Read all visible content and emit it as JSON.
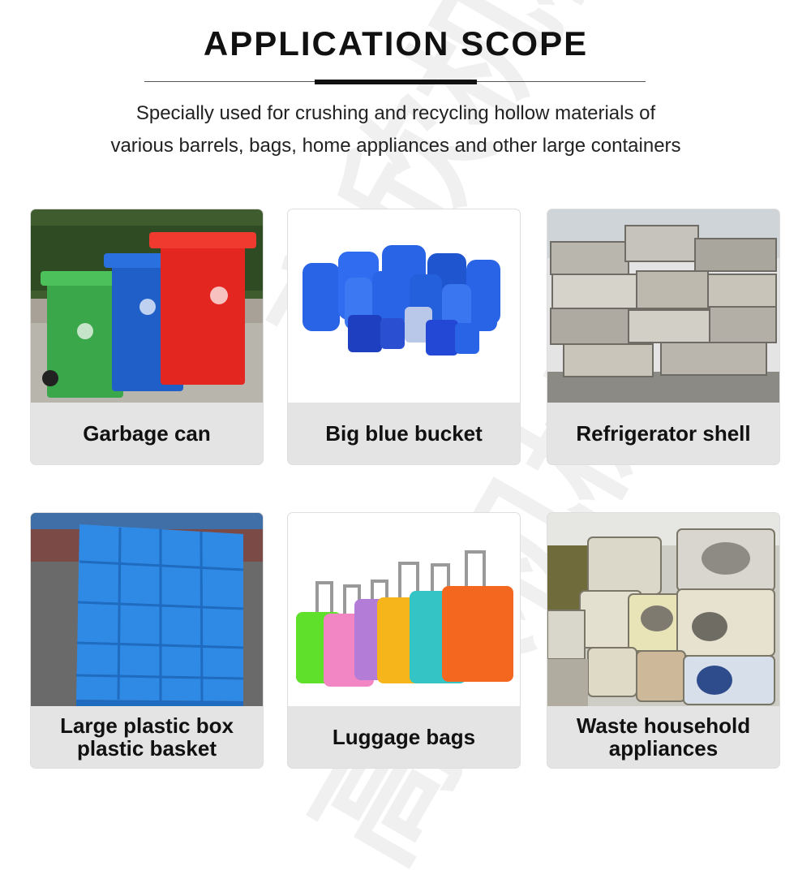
{
  "header": {
    "title": "APPLICATION SCOPE",
    "description_line1": "Specially used for crushing and recycling hollow materials of",
    "description_line2": "various barrels, bags, home appliances and other large containers"
  },
  "cards": [
    {
      "caption": [
        "Garbage can"
      ]
    },
    {
      "caption": [
        "Big blue bucket"
      ]
    },
    {
      "caption": [
        "Refrigerator shell"
      ]
    },
    {
      "caption": [
        "Large plastic box",
        "plastic basket"
      ]
    },
    {
      "caption": [
        "Luggage bags"
      ]
    },
    {
      "caption": [
        "Waste household",
        "appliances"
      ]
    }
  ],
  "watermark": {
    "text": "高欣机械"
  },
  "colors": {
    "caption_bg": "#e4e4e4",
    "bin_green": "#3aa84a",
    "bin_blue": "#1f5fc7",
    "bin_red": "#e3261f",
    "drum_blue": "#2a64e6",
    "crate_blue": "#2f8ae6"
  }
}
